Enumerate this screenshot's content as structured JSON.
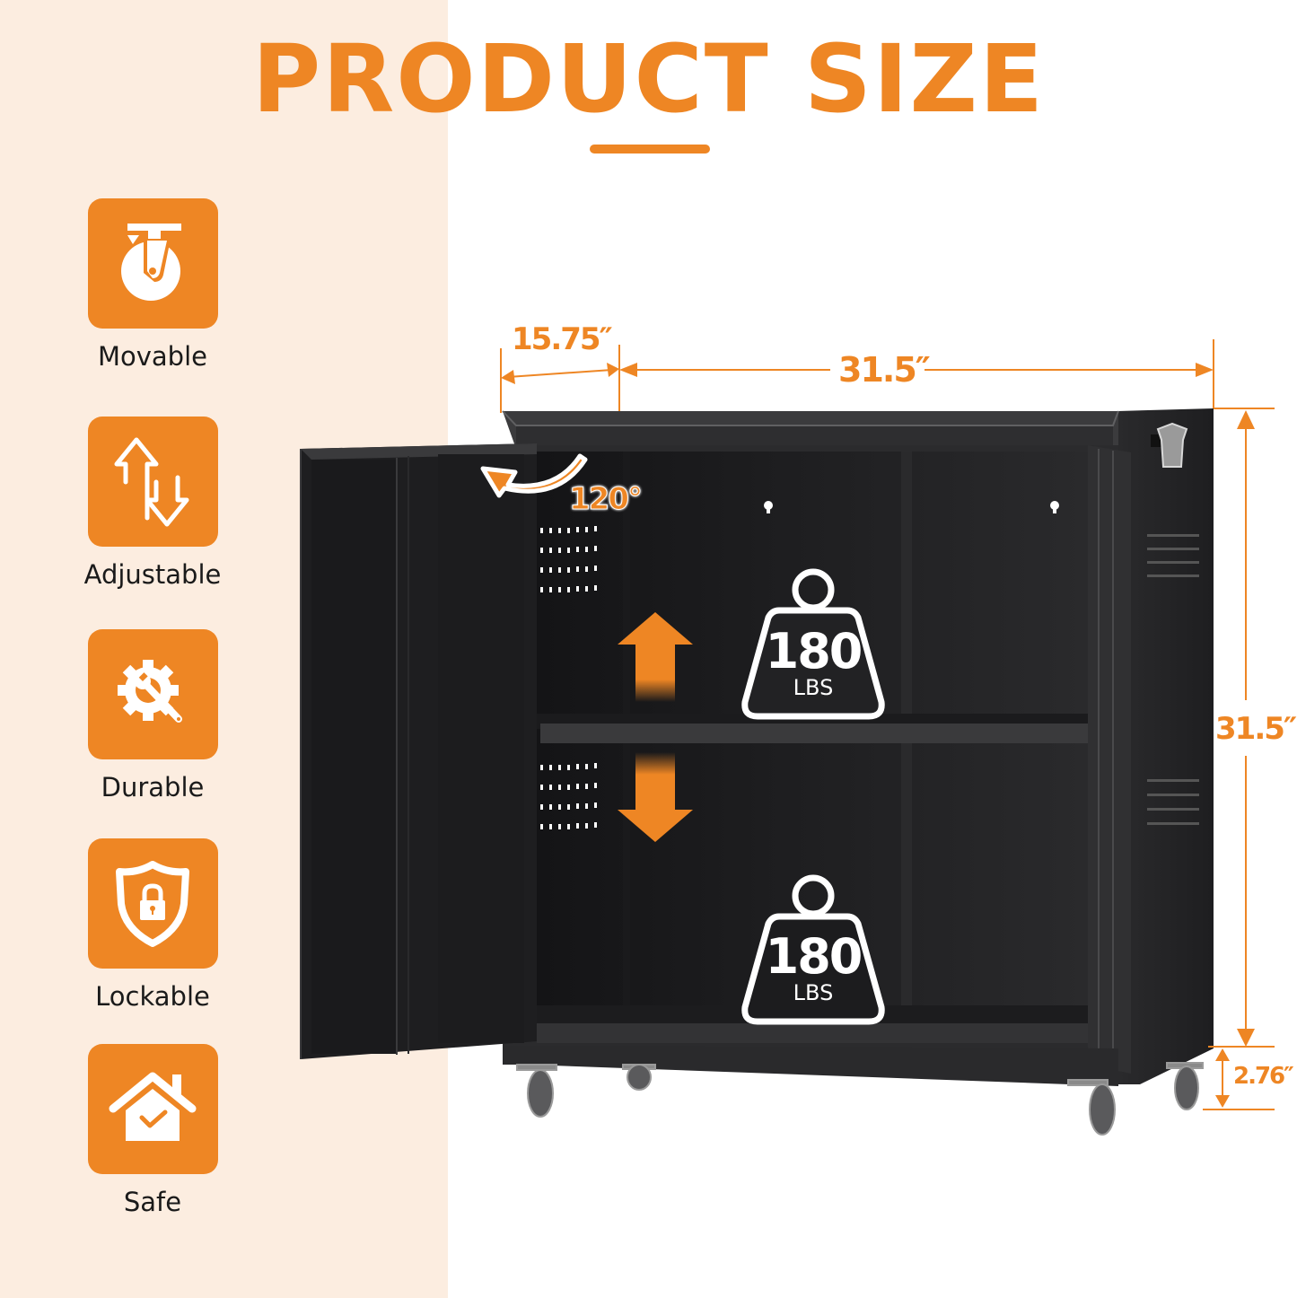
{
  "header": {
    "title": "PRODUCT SIZE"
  },
  "features": [
    {
      "label": "Movable",
      "icon": "caster-wheel-icon"
    },
    {
      "label": "Adjustable",
      "icon": "up-down-arrows-icon"
    },
    {
      "label": "Durable",
      "icon": "gear-wrench-icon"
    },
    {
      "label": "Lockable",
      "icon": "shield-lock-icon"
    },
    {
      "label": "Safe",
      "icon": "house-check-icon"
    }
  ],
  "dimensions": {
    "depth": "15.75″",
    "width": "31.5″",
    "height": "31.5″",
    "caster_height": "2.76″"
  },
  "door_angle": "120°",
  "load_capacity": [
    {
      "shelf": "upper",
      "value": "180",
      "unit": "LBS"
    },
    {
      "shelf": "bottom",
      "value": "180",
      "unit": "LBS"
    }
  ],
  "colors": {
    "accent": "#ee8624",
    "left_panel_bg": "#fcede0",
    "cabinet_body": "#2b2b2d",
    "cabinet_interior": "#1c1c1e"
  }
}
